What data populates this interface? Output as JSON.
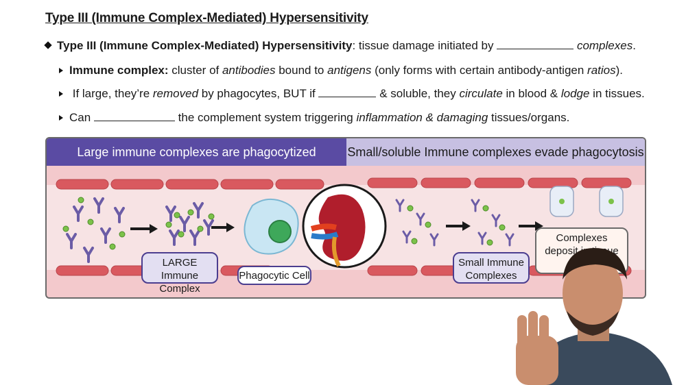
{
  "title": "Type III (Immune Complex-Mediated) Hypersensitivity",
  "bullets": {
    "main": {
      "term": "Type III (Immune Complex-Mediated) Hypersensitivity",
      "text": ": tissue damage initiated by",
      "end_italic": "complexes",
      "end": "."
    },
    "sub1": {
      "term": "Immune complex:",
      "t1": " cluster of ",
      "i1": "antibodies",
      "t2": " bound to ",
      "i2": "antigens",
      "t3": " (only forms with certain antibody-antigen ",
      "i3": "ratios",
      "t4": ")."
    },
    "sub2": {
      "t1": " If large, they’re ",
      "i1": "removed",
      "t2": " by phagocytes, BUT if",
      "t3": "& soluble, they ",
      "i2": "circulate",
      "t4": " in blood & ",
      "i3": "lodge",
      "t5": " in tissues."
    },
    "sub3": {
      "t1": "Can",
      "t2": "the complement system triggering ",
      "i1": "inflammation & damaging",
      "t3": " tissues/organs."
    }
  },
  "figure": {
    "header_left": "Large immune complexes are phagocytized",
    "header_right": "Small/soluble Immune complexes evade phagocytosis",
    "label_large_1": "LARGE Immune",
    "label_large_2": "Complex",
    "label_phagocytic": "Phagocytic Cell",
    "label_small_1": "Small Immune",
    "label_small_2": "Complexes",
    "label_deposit_1": "Complexes",
    "label_deposit_2": "deposit in tissue",
    "colors": {
      "header_left": "#5a4ba3",
      "header_right": "#c7c0e2",
      "vessel": "#f3c9cc",
      "rbc": "#d9595f",
      "antibody": "#6b5ca6",
      "antigen": "#7cc24a"
    }
  }
}
